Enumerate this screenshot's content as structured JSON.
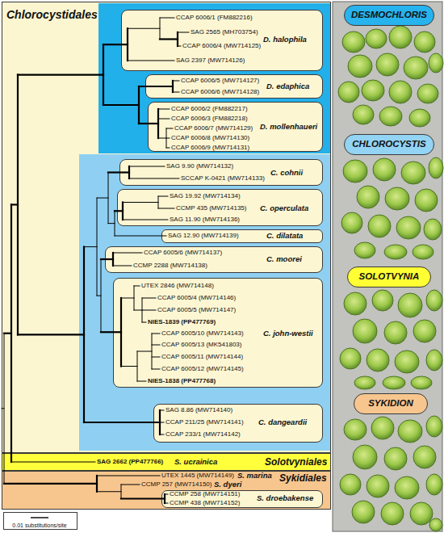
{
  "diagram": {
    "nodes": [
      {
        "text": [
          "Chlorocystidales"
        ]
      },
      {
        "text": [
          "CCAP 6006/1 (FM882216)",
          "SAG 2565 (MH703754)",
          "CCAP 6006/4 (MW714125)",
          "SAG 2397 (MW714126)",
          "D. halophila"
        ],
        "in": 0
      },
      {
        "text": [
          "CCAP 6006/5 (MW714127)",
          "CCAP 6006/6 (MW714128)",
          "D. edaphica"
        ],
        "in": 0
      },
      {
        "text": [
          "CCAP 6006/2 (FM882217)",
          "CCAP 6006/3 (FM882218)",
          "CCAP 6006/7 (MW714129)",
          "CCAP 6006/8 (MW714130)",
          "CCAP 6006/9 (MW714131)",
          "D. mollenhaueri"
        ],
        "in": 0
      },
      {
        "text": [
          "SAG 9.90 (MW714132)",
          "SCCAP K-0421 (MW714133)",
          "C. cohnii"
        ],
        "in": 0
      },
      {
        "text": [
          "SAG 19.92 (MW714134)",
          "CCMP 435 (MW714135)",
          "SAG 11.90 (MW714136)",
          "C. operculata"
        ],
        "in": 0
      },
      {
        "text": [
          "SAG 12.90 (MW714139)",
          "C. dilatata"
        ],
        "in": 0
      },
      {
        "text": [
          "CCAP 6005/6 (MW714137)",
          "CCMP 2288 (MW714138)",
          "C. moorei"
        ],
        "in": 0
      },
      {
        "text": [
          "UTEX 2846 (MW714148)",
          "CCAP 6005/4 (MW714146)",
          "CCAP 6005/5 (MW714147)",
          "NIES-1839 (PP477769)",
          "CCAP 6005/10 (MW714143)",
          "CCAP 6005/13 (MK541803)",
          "CCAP 6005/11 (MW714144)",
          "CCAP 6005/12 (MW714145)",
          "NIES-1838 (PP477768)",
          "C. john-westii"
        ],
        "in": 0
      },
      {
        "text": [
          "SAG 8.86 (MW714140)",
          "CCAP 211/25 (MW714141)",
          "CCAP 233/1 (MW714142)",
          "C. dangeardii"
        ],
        "in": 0
      },
      {
        "text": [
          "SAG 2662 (PP477766)",
          "S. ucrainica",
          "Solotvyniales"
        ]
      },
      {
        "text": [
          "UTEX 1445 (MW714149)",
          "S. marina",
          "CCMP 257 (MW714150)",
          "S. dyeri",
          "Sykidiales"
        ]
      },
      {
        "text": [
          "CCMP 258 (MW714151)",
          "CCMP 438 (MW714152)",
          "S. droebakense"
        ],
        "in": 11
      },
      {
        "text": [
          "0.01 substitutions/site"
        ]
      },
      {
        "text": [
          "DESMOCHLORIS"
        ]
      },
      {
        "text": [
          "CHLOROCYSTIS"
        ]
      },
      {
        "text": [
          "SOLOTVYNIA"
        ]
      },
      {
        "text": [
          "SYKIDION"
        ]
      }
    ]
  }
}
